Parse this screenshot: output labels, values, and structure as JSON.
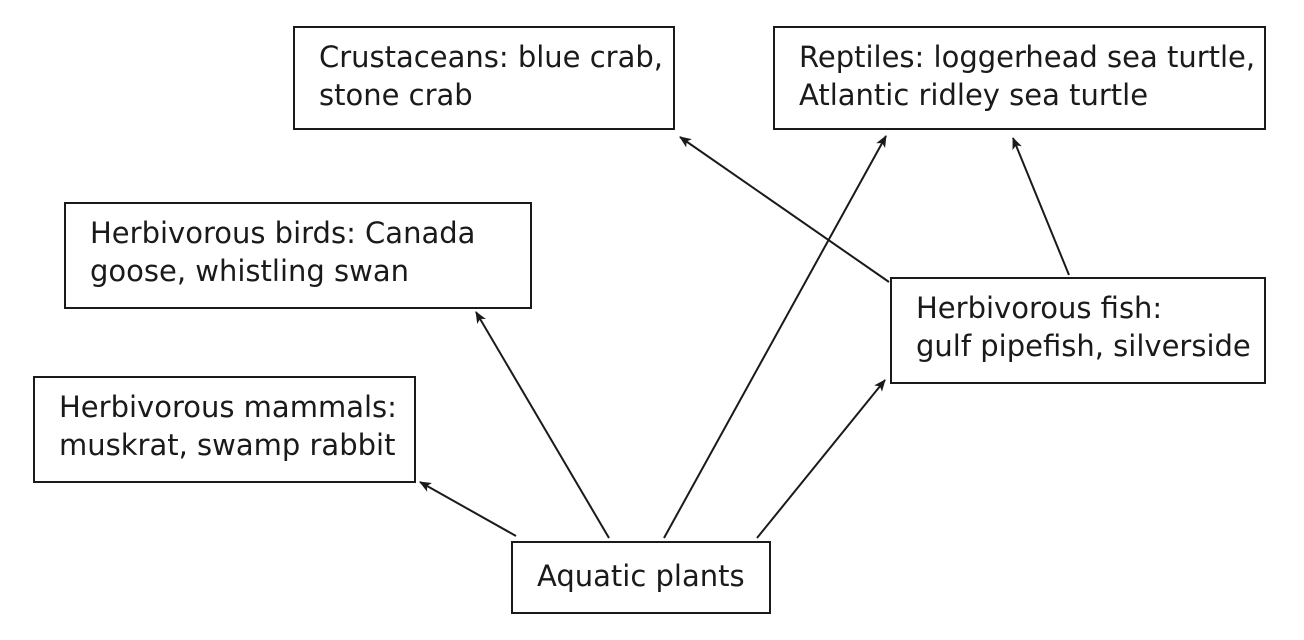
{
  "diagram": {
    "nodes": {
      "crustaceans": {
        "line1": "Crustaceans: blue crab,",
        "line2": "stone crab"
      },
      "reptiles": {
        "line1": "Reptiles: loggerhead sea turtle,",
        "line2": "Atlantic ridley sea turtle"
      },
      "birds": {
        "line1": "Herbivorous birds: Canada",
        "line2": "goose, whistling swan"
      },
      "fish": {
        "line1": "Herbivorous fish:",
        "line2": "gulf pipefish, silverside"
      },
      "mammals": {
        "line1": "Herbivorous mammals:",
        "line2": "muskrat, swamp rabbit"
      },
      "plants": {
        "line1": "Aquatic plants"
      }
    },
    "edges": [
      {
        "from": "plants",
        "to": "mammals"
      },
      {
        "from": "plants",
        "to": "birds"
      },
      {
        "from": "plants",
        "to": "reptiles"
      },
      {
        "from": "plants",
        "to": "fish"
      },
      {
        "from": "fish",
        "to": "crustaceans"
      },
      {
        "from": "fish",
        "to": "reptiles"
      }
    ],
    "colors": {
      "stroke": "#1a1a1a",
      "background": "#ffffff"
    }
  }
}
